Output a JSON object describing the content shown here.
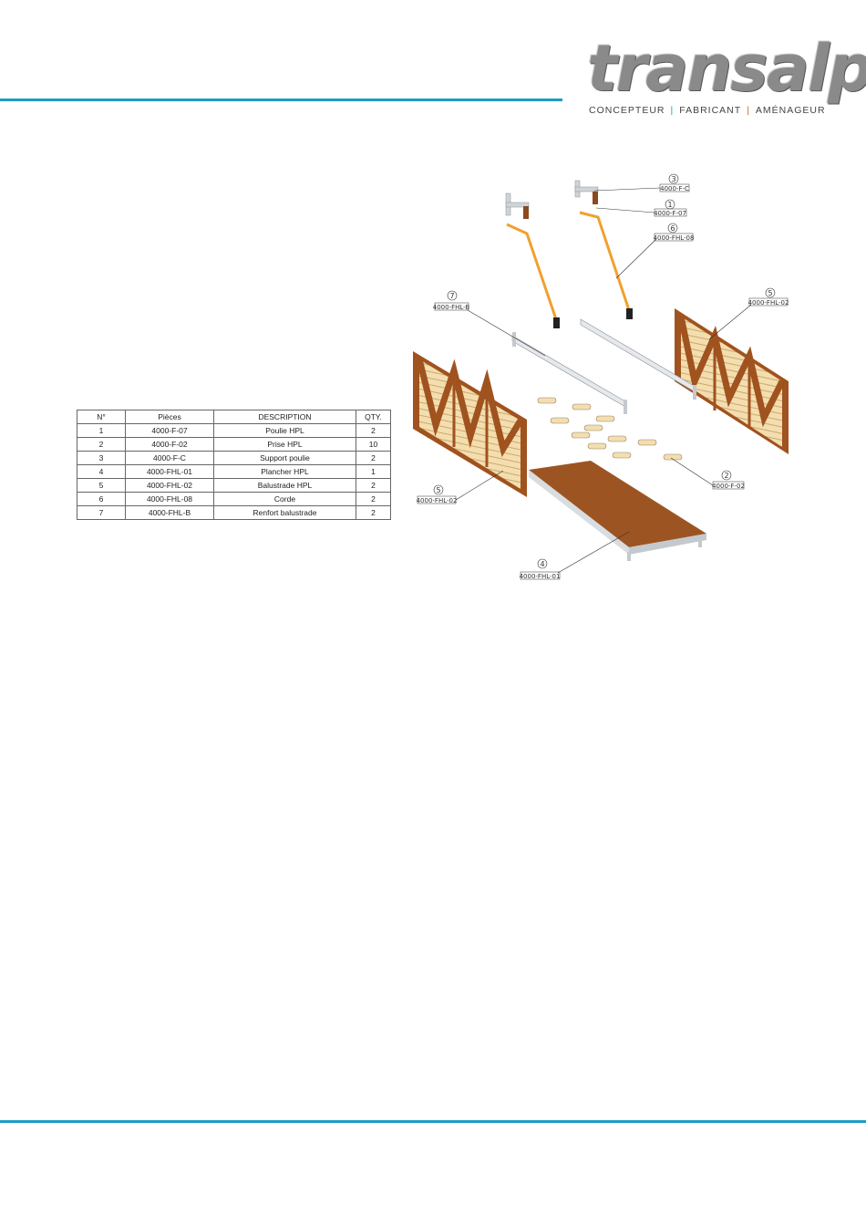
{
  "brand": {
    "name": "transalp",
    "tag_1": "CONCEPTEUR",
    "tag_2": "FABRICANT",
    "tag_3": "AMÉNAGEUR",
    "sep": "|"
  },
  "bom": {
    "headers": [
      "N°",
      "Pièces",
      "DESCRIPTION",
      "QTY."
    ],
    "rows": [
      [
        "1",
        "4000-F-07",
        "Poulie HPL",
        "2"
      ],
      [
        "2",
        "4000-F-02",
        "Prise HPL",
        "10"
      ],
      [
        "3",
        "4000-F-C",
        "Support poulie",
        "2"
      ],
      [
        "4",
        "4000-FHL-01",
        "Plancher HPL",
        "1"
      ],
      [
        "5",
        "4000-FHL-02",
        "Balustrade HPL",
        "2"
      ],
      [
        "6",
        "4000-FHL-08",
        "Corde",
        "2"
      ],
      [
        "7",
        "4000-FHL-B",
        "Renfort balustrade",
        "2"
      ]
    ]
  },
  "callouts": [
    {
      "num": "3",
      "ref": "4000-F-C"
    },
    {
      "num": "1",
      "ref": "4000-F-07"
    },
    {
      "num": "6",
      "ref": "4000-FHL-08"
    },
    {
      "num": "7",
      "ref": "4000-FHL-B"
    },
    {
      "num": "5",
      "ref": "4000-FHL-02"
    },
    {
      "num": "2",
      "ref": "4000-F-02"
    },
    {
      "num": "5",
      "ref": "4000-FHL-02"
    },
    {
      "num": "4",
      "ref": "4000-FHL-01"
    }
  ],
  "colors": {
    "accent": "#1e9bc7",
    "panel": "#a0521f",
    "slat": "#f3deb0",
    "rope": "#f0a030"
  }
}
